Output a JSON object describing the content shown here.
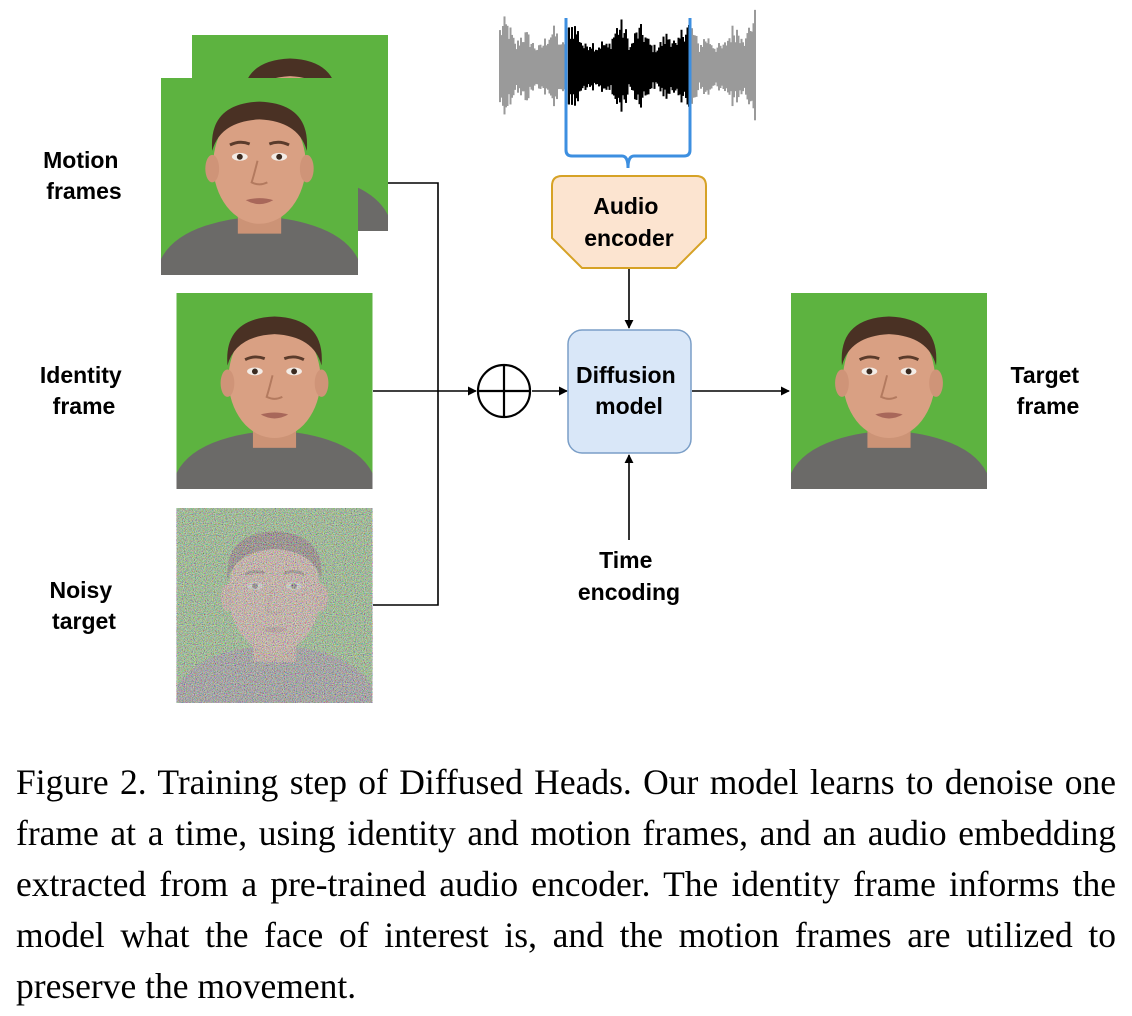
{
  "labels": {
    "motion_frames": [
      "Motion",
      "frames"
    ],
    "identity_frame": [
      "Identity",
      "frame"
    ],
    "noisy_target": [
      "Noisy",
      "target"
    ],
    "audio_encoder": [
      "Audio",
      "encoder"
    ],
    "diffusion_model": [
      "Diffusion",
      "model"
    ],
    "time_encoding": [
      "Time",
      "encoding"
    ],
    "target_frame": [
      "Target",
      "frame"
    ]
  },
  "colors": {
    "background": "#5db340",
    "skin": "#d9a083",
    "hair": "#4a3124",
    "shirt": "#6b6a68",
    "waveform_active": "#000000",
    "waveform_faded": "#9a9a9a",
    "bracket": "#3d8fe0",
    "audio_encoder_fill": "#fce4d0",
    "audio_encoder_stroke": "#d6a226",
    "diffusion_fill": "#d9e7f8",
    "diffusion_stroke": "#7a9ec7"
  },
  "caption": "Figure 2.  Training step of Diffused Heads.  Our model learns to denoise one frame at a time, using identity and motion frames, and an audio embedding extracted from a pre-trained audio encoder. The identity frame informs the model what the face of interest is, and the motion frames are utilized to preserve the movement."
}
